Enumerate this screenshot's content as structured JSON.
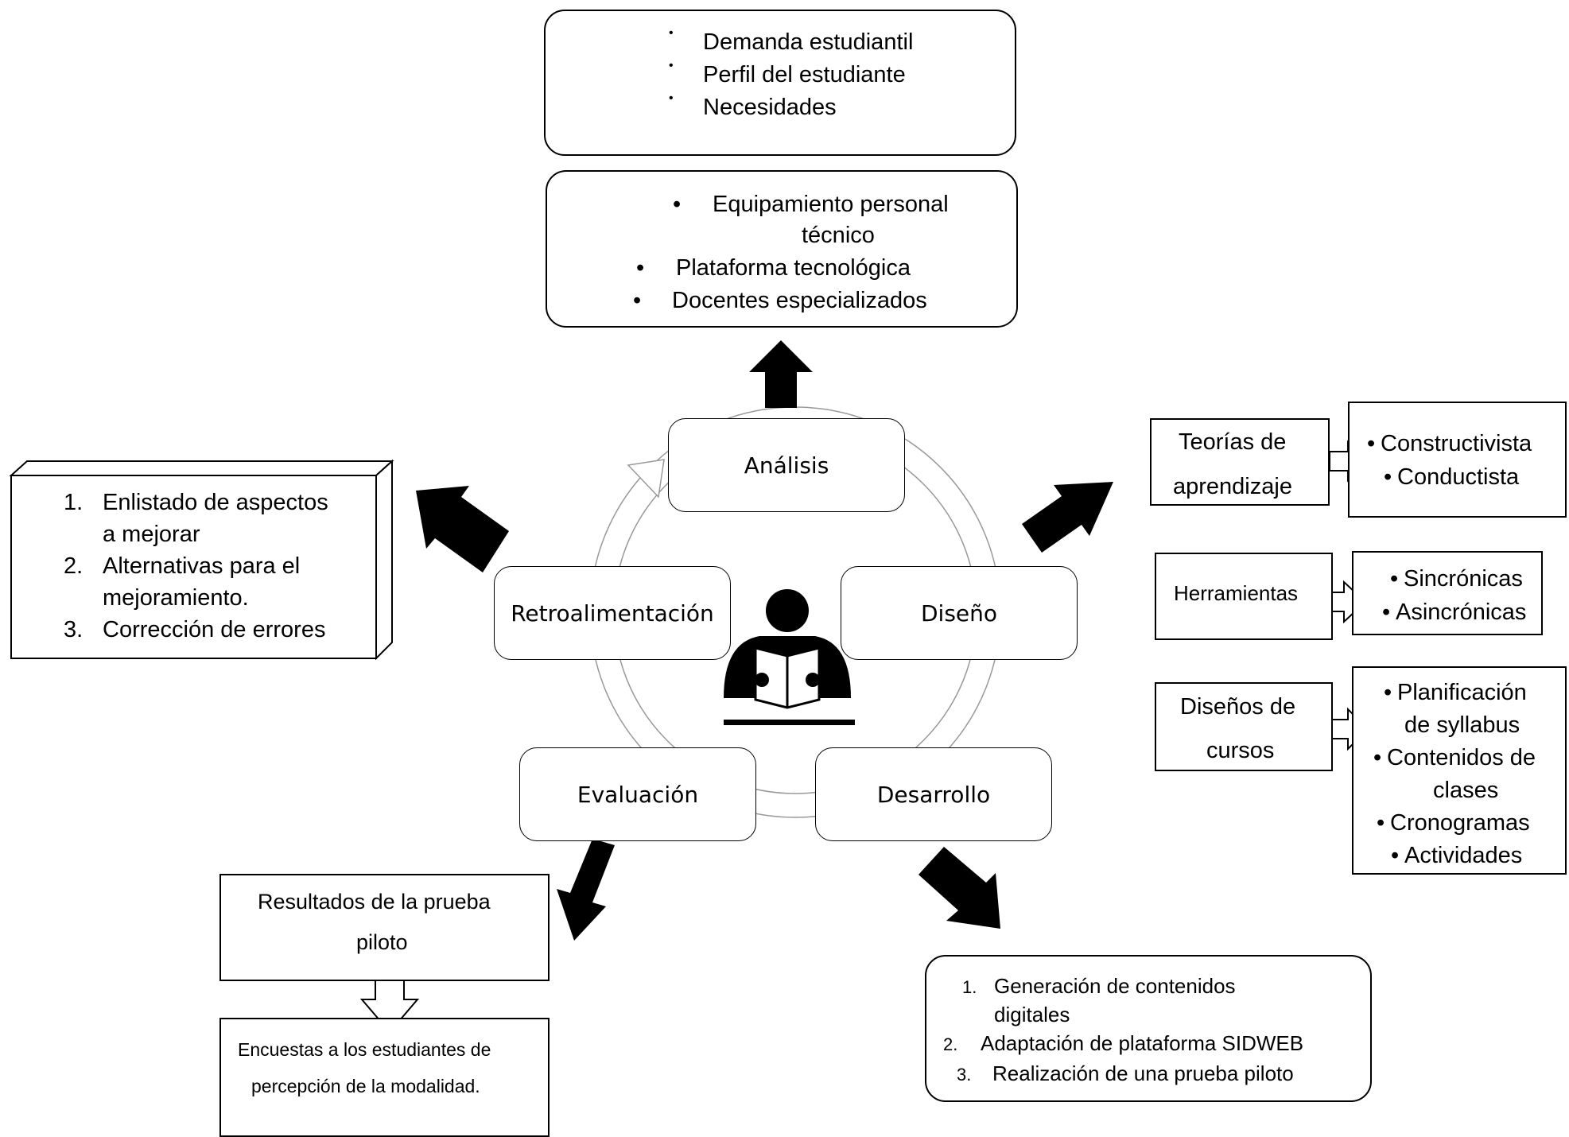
{
  "stages": {
    "analisis": "Análisis",
    "diseno": "Diseño",
    "desarrollo": "Desarrollo",
    "evaluacion": "Evaluación",
    "retroalimentacion": "Retroalimentación"
  },
  "analisis_students": {
    "items": [
      "Demanda estudiantil",
      "Perfil del estudiante",
      "Necesidades"
    ]
  },
  "analisis_institution": {
    "items": [
      "Equipamiento personal",
      "técnico",
      "Plataforma tecnológica",
      "Docentes especializados"
    ]
  },
  "diseno": {
    "teorias": {
      "label_line1": "Teorías de",
      "label_line2": "aprendizaje",
      "items": [
        "Constructivista",
        "Conductista"
      ]
    },
    "herramientas": {
      "label": "Herramientas",
      "items": [
        "Sincrónicas",
        "Asincrónicas"
      ]
    },
    "disenos": {
      "label_line1": "Diseños de",
      "label_line2": "cursos",
      "items": [
        "Planificación",
        "de syllabus",
        "Contenidos de",
        "clases",
        "Cronogramas",
        "Actividades"
      ]
    }
  },
  "desarrollo": {
    "items": [
      {
        "num": "1.",
        "text": "Generación de contenidos"
      },
      {
        "num": "",
        "text": "digitales"
      },
      {
        "num": "2.",
        "text": "Adaptación de plataforma SIDWEB"
      },
      {
        "num": "3.",
        "text": "Realización de una prueba piloto"
      }
    ]
  },
  "evaluacion": {
    "resultados_line1": "Resultados de la prueba",
    "resultados_line2": "piloto",
    "encuestas_line1": "Encuestas a los estudiantes de",
    "encuestas_line2": "percepción de la modalidad."
  },
  "retroalimentacion": {
    "items": [
      {
        "num": "1.",
        "text": "Enlistado de aspectos"
      },
      {
        "num": "",
        "text": "a mejorar"
      },
      {
        "num": "2.",
        "text": "Alternativas para el"
      },
      {
        "num": "",
        "text": "mejoramiento."
      },
      {
        "num": "3.",
        "text": "Corrección de errores"
      }
    ]
  },
  "icons": {
    "students": "students-group-icon",
    "institution": "institution-building-icon",
    "reader": "person-reading-icon"
  },
  "colors": {
    "student_red": "#e02020",
    "student_green": "#3aa63a",
    "student_orange": "#f28a1a",
    "student_blue": "#2a7fe0"
  }
}
